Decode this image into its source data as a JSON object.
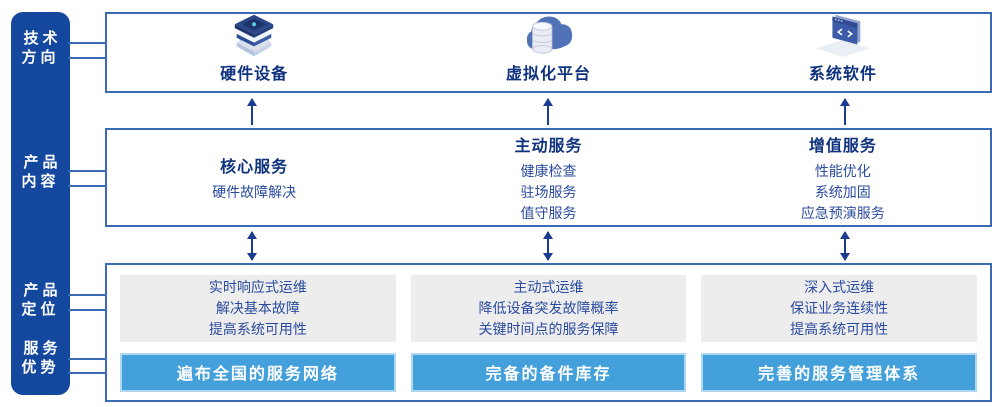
{
  "sidebar": {
    "items": [
      {
        "label": "技术\n方向"
      },
      {
        "label": "产品\n内容"
      },
      {
        "label": "产品\n定位"
      },
      {
        "label": "服务\n优势"
      }
    ]
  },
  "tech_row": {
    "items": [
      {
        "icon": "server-stack-icon",
        "label": "硬件设备"
      },
      {
        "icon": "cloud-database-icon",
        "label": "虚拟化平台"
      },
      {
        "icon": "code-window-icon",
        "label": "系统软件"
      }
    ]
  },
  "content_row": {
    "columns": [
      {
        "title": "核心服务",
        "items": [
          "硬件故障解决"
        ]
      },
      {
        "title": "主动服务",
        "items": [
          "健康检查",
          "驻场服务",
          "值守服务"
        ]
      },
      {
        "title": "增值服务",
        "items": [
          "性能优化",
          "系统加固",
          "应急预演服务"
        ]
      }
    ]
  },
  "position_row": {
    "columns": [
      {
        "lines": [
          "实时响应式运维",
          "解决基本故障",
          "提高系统可用性"
        ],
        "banner": "遍布全国的服务网络"
      },
      {
        "lines": [
          "主动式运维",
          "降低设备突发故障概率",
          "关键时间点的服务保障"
        ],
        "banner": "完备的备件库存"
      },
      {
        "lines": [
          "深入式运维",
          "保证业务连续性",
          "提高系统可用性"
        ],
        "banner": "完善的服务管理体系"
      }
    ]
  },
  "colors": {
    "rail": "#14479E",
    "box_border": "#3A6BB5",
    "heading_text": "#10337F",
    "body_text": "#2B4B9E",
    "panel_gray": "#EDEDED",
    "banner_blue": "#44A0DA",
    "arrow_navy": "#1B3C8F"
  }
}
